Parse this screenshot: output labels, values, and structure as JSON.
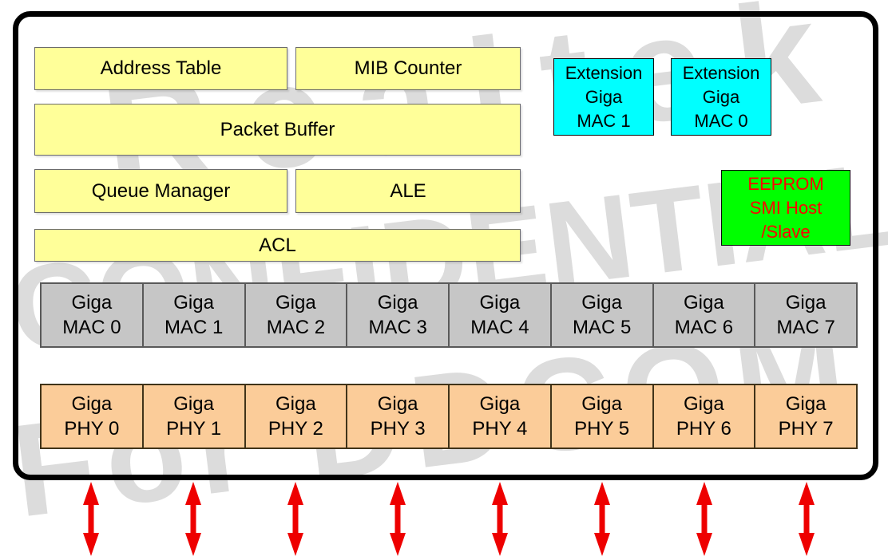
{
  "watermark": {
    "lines": [
      "Realtek",
      "CONFIDENTIAL",
      "For DDCOM"
    ]
  },
  "blocks": {
    "yellow": [
      {
        "label": "Address Table"
      },
      {
        "label": "MIB Counter"
      },
      {
        "label": "Packet Buffer"
      },
      {
        "label": "Queue Manager"
      },
      {
        "label": "ALE"
      },
      {
        "label": "ACL"
      }
    ],
    "extension_macs": [
      {
        "lines": [
          "Extension",
          "Giga",
          "MAC 1"
        ]
      },
      {
        "lines": [
          "Extension",
          "Giga",
          "MAC 0"
        ]
      }
    ],
    "eeprom": {
      "lines": [
        "EEPROM",
        "SMI Host",
        "/Slave"
      ]
    }
  },
  "mac_row": {
    "cells": [
      {
        "line1": "Giga",
        "line2": "MAC 0"
      },
      {
        "line1": "Giga",
        "line2": "MAC 1"
      },
      {
        "line1": "Giga",
        "line2": "MAC 2"
      },
      {
        "line1": "Giga",
        "line2": "MAC 3"
      },
      {
        "line1": "Giga",
        "line2": "MAC 4"
      },
      {
        "line1": "Giga",
        "line2": "MAC 5"
      },
      {
        "line1": "Giga",
        "line2": "MAC 6"
      },
      {
        "line1": "Giga",
        "line2": "MAC 7"
      }
    ]
  },
  "phy_row": {
    "cells": [
      {
        "line1": "Giga",
        "line2": "PHY 0"
      },
      {
        "line1": "Giga",
        "line2": "PHY 1"
      },
      {
        "line1": "Giga",
        "line2": "PHY 2"
      },
      {
        "line1": "Giga",
        "line2": "PHY 3"
      },
      {
        "line1": "Giga",
        "line2": "PHY 4"
      },
      {
        "line1": "Giga",
        "line2": "PHY 5"
      },
      {
        "line1": "Giga",
        "line2": "PHY 6"
      },
      {
        "line1": "Giga",
        "line2": "PHY 7"
      }
    ]
  },
  "port_arrows": {
    "count": 8
  },
  "colors": {
    "yellow": "#ffff99",
    "cyan": "#00ffff",
    "green": "#00ff00",
    "gray": "#c6c6c6",
    "orange": "#fbcc99",
    "eeprom_text": "#ff0000",
    "arrow_red": "#ee0000",
    "watermark_gray": "#dcdcdc",
    "text_black": "#000000"
  }
}
